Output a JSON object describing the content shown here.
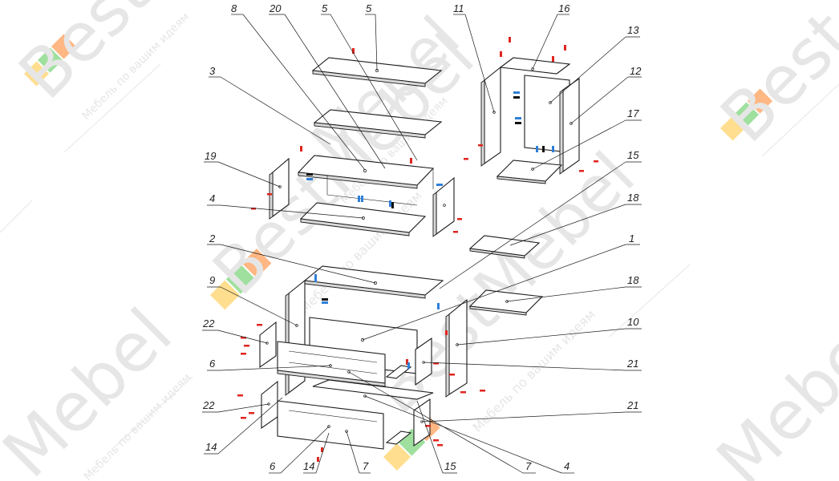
{
  "watermark": {
    "brand": "BestMebel",
    "brand_short_a": "Best",
    "brand_short_b": "Mebel",
    "slogan": "Мебель по вашим идеям",
    "colors": {
      "logo_yellow": "#ffd36b",
      "logo_green": "#7fd67f",
      "logo_orange": "#ff9f5a",
      "text": "#e6e6e6"
    }
  },
  "diagram": {
    "type": "exploded-assembly",
    "line_color": "#1a1a1a",
    "fastener_colors": {
      "red": "#e0251f",
      "blue": "#2f7fd8",
      "black": "#111111"
    },
    "part_callouts": [
      {
        "label": "8"
      },
      {
        "label": "20"
      },
      {
        "label": "5"
      },
      {
        "label": "5"
      },
      {
        "label": "11"
      },
      {
        "label": "16"
      },
      {
        "label": "13"
      },
      {
        "label": "3"
      },
      {
        "label": "12"
      },
      {
        "label": "17"
      },
      {
        "label": "19"
      },
      {
        "label": "15"
      },
      {
        "label": "18"
      },
      {
        "label": "4"
      },
      {
        "label": "2"
      },
      {
        "label": "1"
      },
      {
        "label": "9"
      },
      {
        "label": "18"
      },
      {
        "label": "10"
      },
      {
        "label": "22"
      },
      {
        "label": "6"
      },
      {
        "label": "21"
      },
      {
        "label": "22"
      },
      {
        "label": "21"
      },
      {
        "label": "14"
      },
      {
        "label": "6"
      },
      {
        "label": "14"
      },
      {
        "label": "7"
      },
      {
        "label": "15"
      },
      {
        "label": "7"
      },
      {
        "label": "4"
      }
    ]
  }
}
